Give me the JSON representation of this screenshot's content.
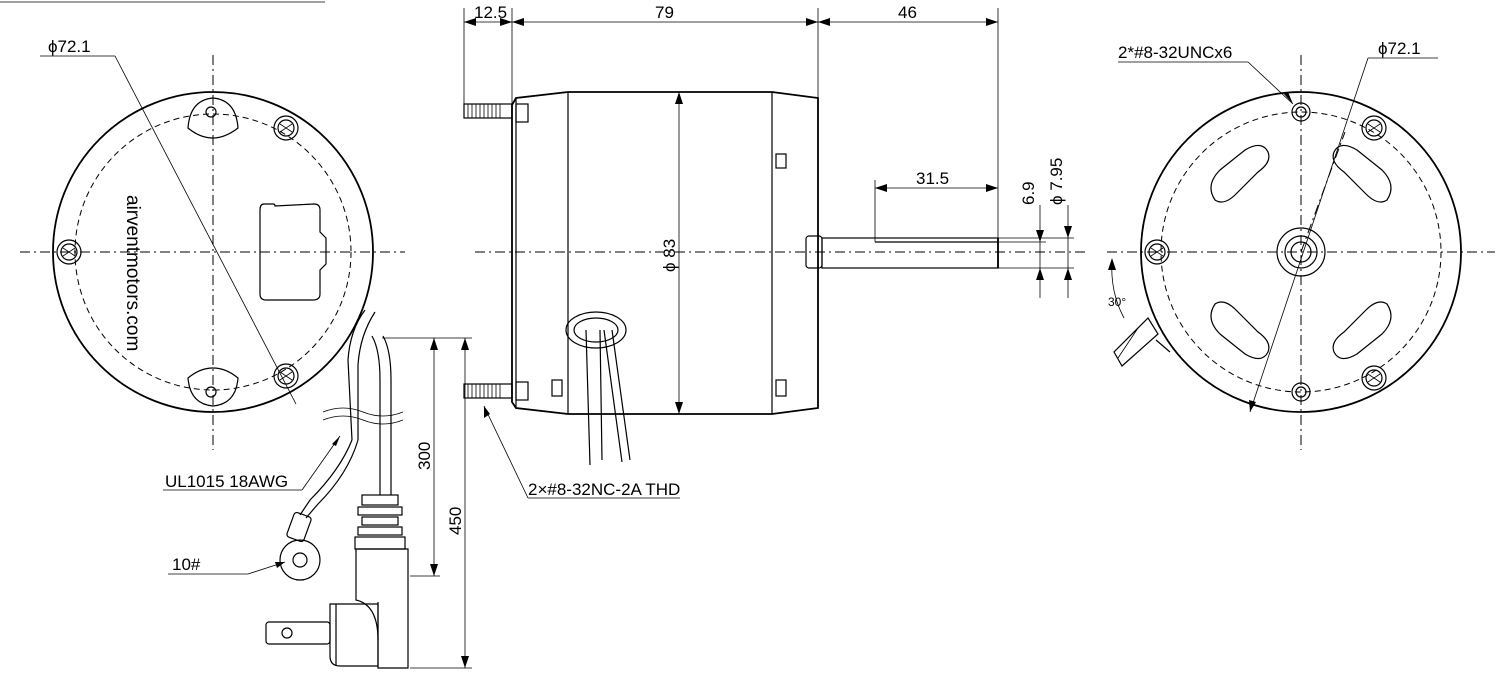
{
  "dimensions": {
    "flange": "12.5",
    "body_length": "79",
    "shaft_length": "46",
    "flat_length": "31.5",
    "flat_depth": "6.9",
    "shaft_dia": "ϕ 7.95",
    "body_dia": "ϕ 83",
    "front_dia": "ϕ72.1",
    "back_dia": "ϕ72.1",
    "lead_short": "300",
    "lead_long": "450",
    "angle": "30°"
  },
  "callouts": {
    "front_holes": "2*#8-32UNCx6",
    "studs": "2×#8-32NC-2A THD",
    "wire": "UL1015 18AWG",
    "ring": "10#"
  },
  "brand": "airventmotors.com"
}
